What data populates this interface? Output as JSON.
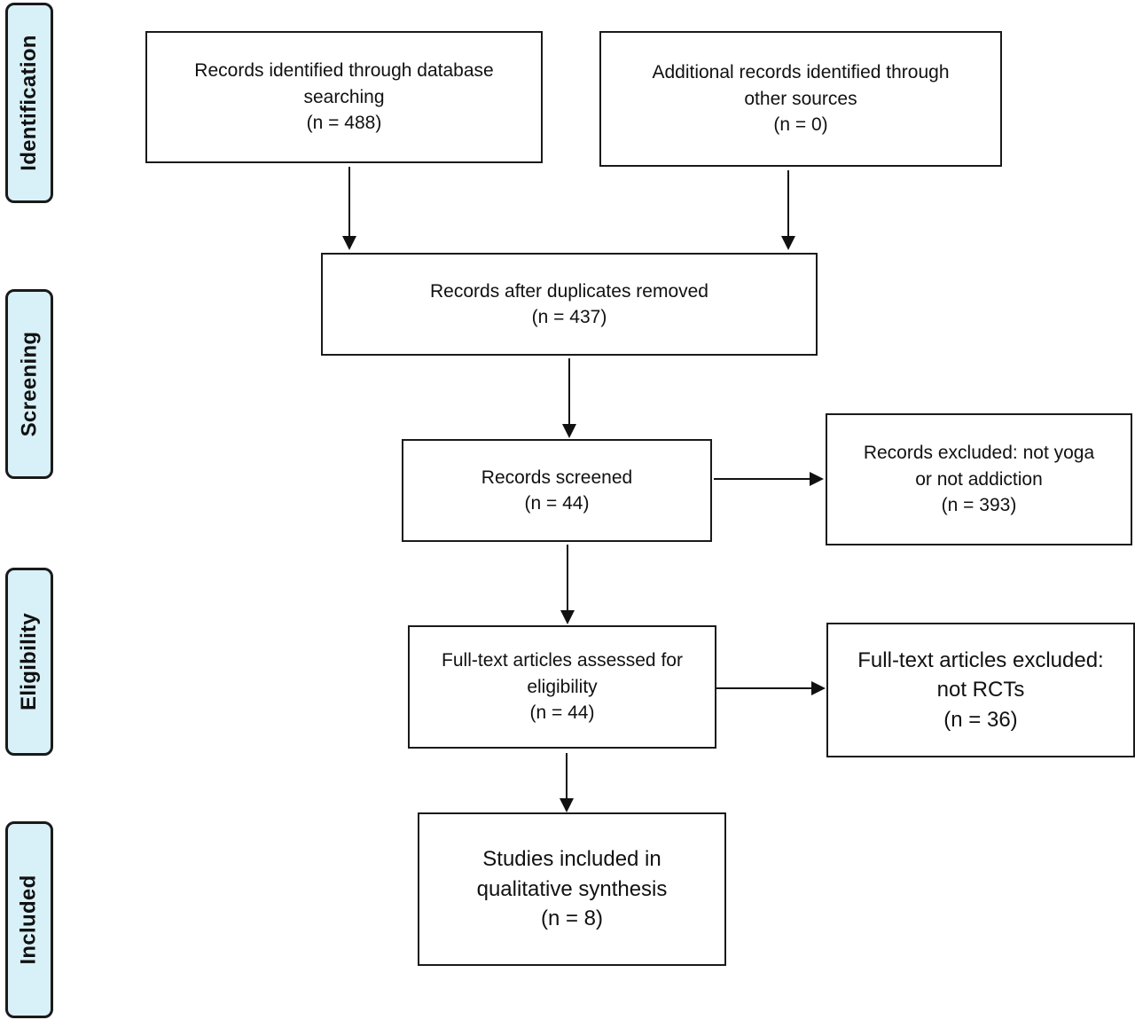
{
  "phases": {
    "identification": "Identification",
    "screening": "Screening",
    "eligibility": "Eligibility",
    "included": "Included"
  },
  "boxes": {
    "database_search": {
      "line1": "Records identified through database",
      "line2": "searching",
      "count": "(n = 488)"
    },
    "other_sources": {
      "line1": "Additional records identified through",
      "line2": "other sources",
      "count": "(n = 0)"
    },
    "duplicates_removed": {
      "line1": "Records after duplicates removed",
      "count": "(n = 437)"
    },
    "screened": {
      "line1": "Records screened",
      "count": "(n = 44)"
    },
    "excluded_screening": {
      "line1": "Records excluded: not yoga",
      "line2": "or not addiction",
      "count": "(n = 393)"
    },
    "fulltext_assessed": {
      "line1": "Full-text articles assessed for",
      "line2": "eligibility",
      "count": "(n = 44)"
    },
    "fulltext_excluded": {
      "line1": "Full-text articles excluded:",
      "line2": "not RCTs",
      "count": "(n = 36)"
    },
    "included": {
      "line1": "Studies included in",
      "line2": "qualitative synthesis",
      "count": "(n = 8)"
    }
  }
}
